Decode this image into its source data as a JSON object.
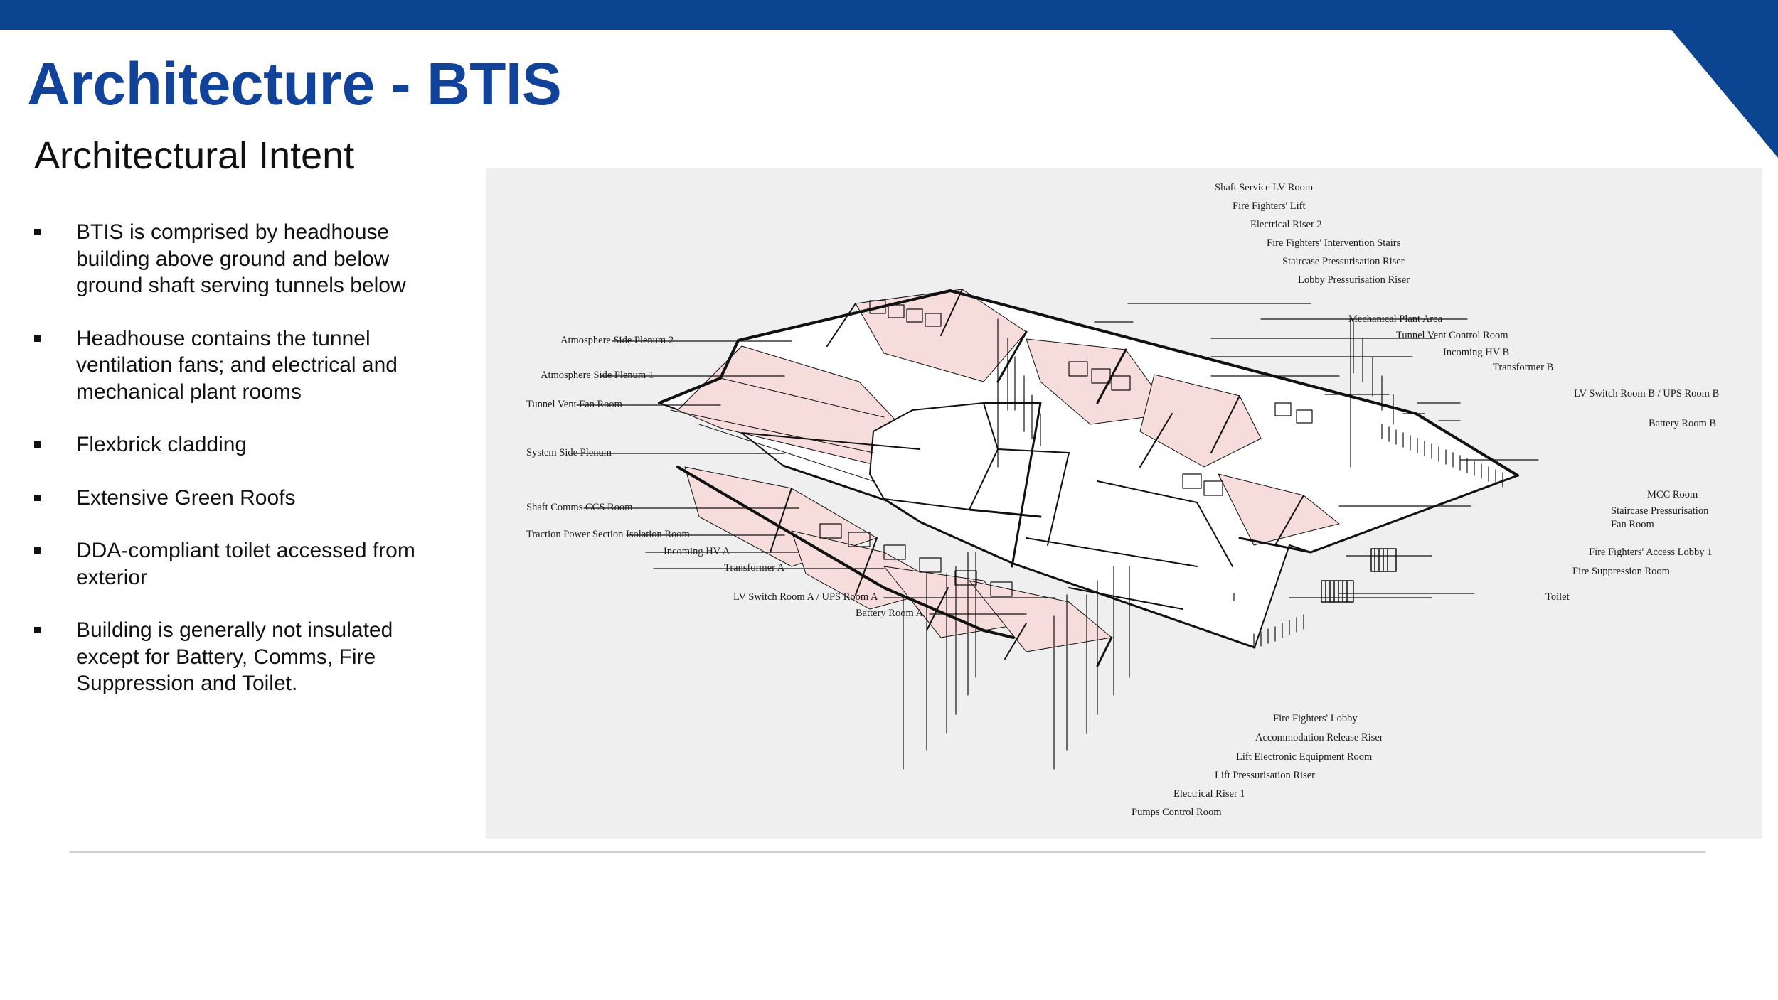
{
  "slide": {
    "title": "Architecture - BTIS",
    "subtitle": "Architectural Intent",
    "bullets": [
      "BTIS is comprised by headhouse building above ground and below ground shaft serving tunnels below",
      "Headhouse contains the tunnel ventilation fans; and electrical and mechanical plant rooms",
      "Flexbrick cladding",
      "Extensive Green Roofs",
      "DDA-compliant toilet accessed from exterior",
      "Building is generally not insulated except for Battery, Comms, Fire Suppression and Toilet."
    ]
  },
  "diagram_labels": {
    "top": [
      "Shaft Service LV Room",
      "Fire Fighters' Lift",
      "Electrical Riser 2",
      "Fire Fighters' Intervention Stairs",
      "Staircase Pressurisation Riser",
      "Lobby Pressurisation Riser"
    ],
    "right_upper": [
      "Mechanical Plant Area",
      "Tunnel Vent Control Room",
      "Incoming HV B",
      "Transformer B",
      "LV Switch Room B / UPS Room B",
      "Battery Room B"
    ],
    "left": [
      "Atmosphere Side Plenum 2",
      "Atmosphere Side Plenum 1",
      "Tunnel Vent Fan Room",
      "System Side Plenum",
      "Shaft Comms CCS Room",
      "Traction Power Section Isolation Room",
      "Incoming HV A",
      "Transformer A",
      "LV Switch Room A / UPS Room A",
      "Battery Room A"
    ],
    "right_lower": [
      "MCC Room",
      "Staircase Pressurisation",
      "Fan Room",
      "Fire Fighters' Access Lobby 1",
      "Fire Suppression Room",
      "Toilet"
    ],
    "bottom": [
      "Fire Fighters' Lobby",
      "Accommodation Release Riser",
      "Lift Electronic Equipment Room",
      "Lift Pressurisation Riser",
      "Electrical Riser 1",
      "Pumps Control Room"
    ]
  },
  "colors": {
    "brand_blue": "#0b4591",
    "title_blue": "#12439a",
    "room_fill": "#f7dcdc",
    "diagram_bg": "#efefef"
  }
}
